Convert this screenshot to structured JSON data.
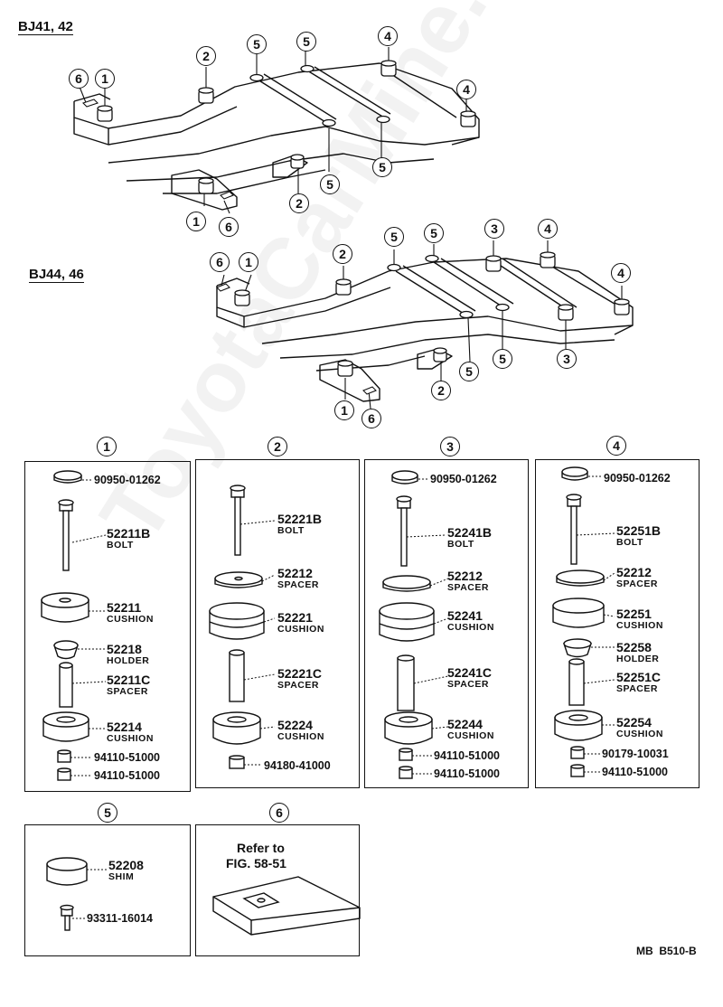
{
  "models": {
    "top": "BJ41, 42",
    "bottom": "BJ44, 46"
  },
  "callout_numbers": [
    "1",
    "2",
    "3",
    "4",
    "5",
    "6"
  ],
  "panels": {
    "p1": {
      "num": "1",
      "cap": "90950-01262",
      "bolt": {
        "pn": "52211B",
        "name": "BOLT"
      },
      "cushion_upper": {
        "pn": "52211",
        "name": "CUSHION"
      },
      "holder": {
        "pn": "52218",
        "name": "HOLDER"
      },
      "spacer": {
        "pn": "52211C",
        "name": "SPACER"
      },
      "cushion_lower": {
        "pn": "52214",
        "name": "CUSHION"
      },
      "nut1": "94110-51000",
      "nut2": "94110-51000"
    },
    "p2": {
      "num": "2",
      "bolt": {
        "pn": "52221B",
        "name": "BOLT"
      },
      "spacer_disc": {
        "pn": "52212",
        "name": "SPACER"
      },
      "cushion_upper": {
        "pn": "52221",
        "name": "CUSHION"
      },
      "spacer": {
        "pn": "52221C",
        "name": "SPACER"
      },
      "cushion_lower": {
        "pn": "52224",
        "name": "CUSHION"
      },
      "nut1": "94180-41000"
    },
    "p3": {
      "num": "3",
      "cap": "90950-01262",
      "bolt": {
        "pn": "52241B",
        "name": "BOLT"
      },
      "spacer_disc": {
        "pn": "52212",
        "name": "SPACER"
      },
      "cushion_upper": {
        "pn": "52241",
        "name": "CUSHION"
      },
      "spacer": {
        "pn": "52241C",
        "name": "SPACER"
      },
      "cushion_lower": {
        "pn": "52244",
        "name": "CUSHION"
      },
      "nut1": "94110-51000",
      "nut2": "94110-51000"
    },
    "p4": {
      "num": "4",
      "cap": "90950-01262",
      "bolt": {
        "pn": "52251B",
        "name": "BOLT"
      },
      "spacer_disc": {
        "pn": "52212",
        "name": "SPACER"
      },
      "cushion_upper": {
        "pn": "52251",
        "name": "CUSHION"
      },
      "holder": {
        "pn": "52258",
        "name": "HOLDER"
      },
      "spacer": {
        "pn": "52251C",
        "name": "SPACER"
      },
      "cushion_lower": {
        "pn": "52254",
        "name": "CUSHION"
      },
      "nut1": "90179-10031",
      "nut2": "94110-51000"
    },
    "p5": {
      "num": "5",
      "shim": {
        "pn": "52208",
        "name": "SHIM"
      },
      "bolt": "93311-16014"
    },
    "p6": {
      "num": "6",
      "refer_line1": "Refer to",
      "refer_line2": "FIG. 58-51"
    }
  },
  "footer": "MB  B510-B",
  "watermark": "ToyotaCarMine.ru"
}
